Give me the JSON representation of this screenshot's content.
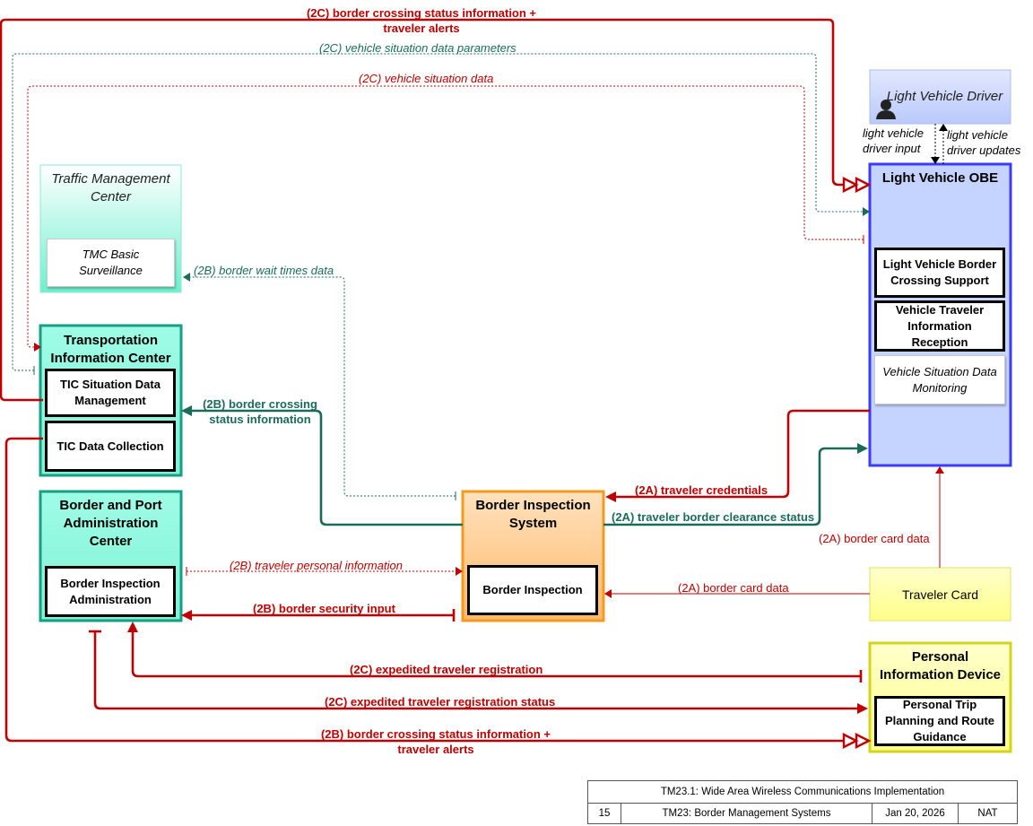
{
  "elements": {
    "tmc": {
      "title": "Traffic Management Center",
      "sub1": "TMC Basic Surveillance"
    },
    "tic": {
      "title": "Transportation Information Center",
      "sub1": "TIC Situation Data Management",
      "sub2": "TIC Data Collection"
    },
    "bpac": {
      "title": "Border and Port Administration Center",
      "sub1": "Border Inspection Administration"
    },
    "bis": {
      "title": "Border Inspection System",
      "sub1": "Border Inspection"
    },
    "driver": {
      "title": "Light Vehicle Driver"
    },
    "obe": {
      "title": "Light Vehicle OBE",
      "sub1": "Light Vehicle Border Crossing Support",
      "sub2": "Vehicle Traveler Information Reception",
      "sub3": "Vehicle Situation Data Monitoring"
    },
    "card": {
      "title": "Traveler Card"
    },
    "pid": {
      "title": "Personal Information Device",
      "sub1": "Personal Trip Planning and Route Guidance"
    }
  },
  "flows": {
    "f1": "(2C) border crossing status information + traveler alerts",
    "f2": "(2C) vehicle situation data parameters",
    "f3": "(2C) vehicle situation data",
    "f4": "(2B) border wait times data",
    "f5": "(2B) border crossing status information",
    "f6": "(2A) traveler credentials",
    "f7": "(2A) traveler border clearance status",
    "f8": "(2A) border card data",
    "f9": "(2A) border card data",
    "f10": "(2B) traveler personal information",
    "f11": "(2B) border security input",
    "f12": "(2C) expedited traveler registration",
    "f13": "(2C) expedited traveler registration status",
    "f14": "(2B) border crossing status information + traveler alerts",
    "f15": "light vehicle driver input",
    "f16": "light vehicle driver updates"
  },
  "footer": {
    "title": "TM23.1: Wide Area Wireless Communications Implementation",
    "page": "15",
    "name": "TM23: Border Management Systems",
    "date": "Jan 20, 2026",
    "scope": "NAT"
  },
  "colors": {
    "red": "#c00000",
    "green": "#1a6b5a",
    "center": "#7fffd4",
    "obe": "#c5d3ff",
    "orange": "#ffc888",
    "yellow": "#ffff99"
  }
}
